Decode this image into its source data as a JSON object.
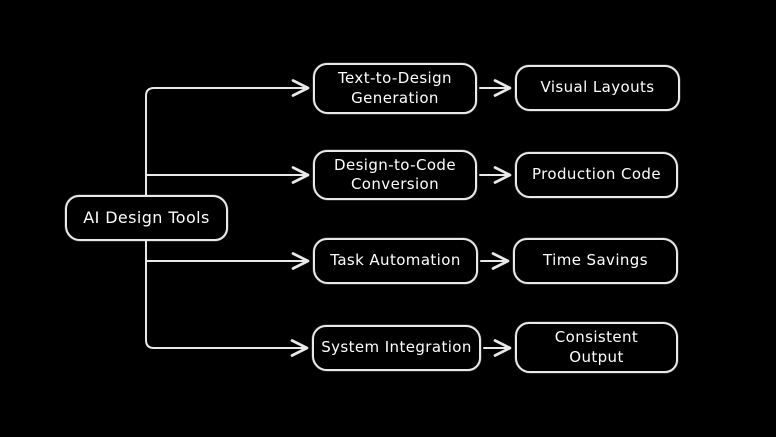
{
  "diagram": {
    "background_color": "#000000",
    "stroke_color": "#e9e9e9",
    "text_color": "#ffffff",
    "root": {
      "label": "AI Design Tools"
    },
    "rows": [
      {
        "feature": "Text-to-Design\nGeneration",
        "outcome": "Visual Layouts"
      },
      {
        "feature": "Design-to-Code\nConversion",
        "outcome": "Production Code"
      },
      {
        "feature": "Task Automation",
        "outcome": "Time Savings"
      },
      {
        "feature": "System Integration",
        "outcome": "Consistent\nOutput"
      }
    ]
  }
}
